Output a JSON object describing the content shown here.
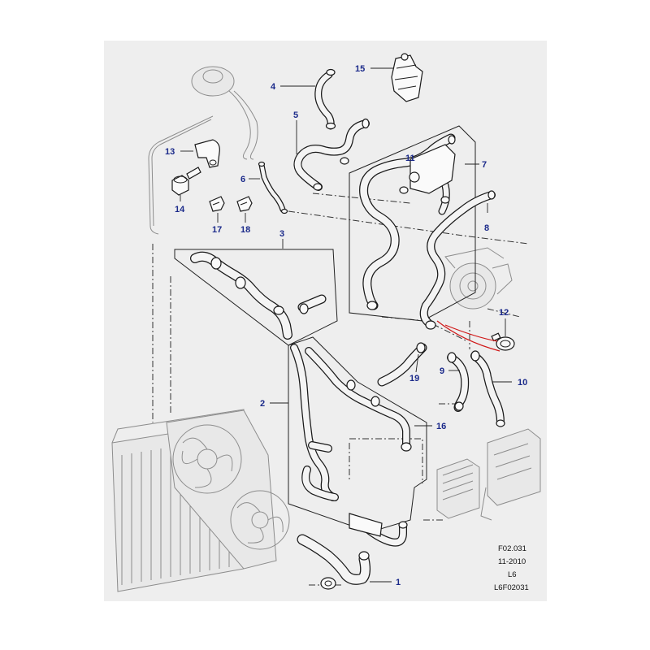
{
  "callouts": {
    "c1": "1",
    "c2": "2",
    "c3": "3",
    "c4": "4",
    "c5": "5",
    "c6": "6",
    "c7": "7",
    "c8": "8",
    "c9": "9",
    "c10": "10",
    "c11": "11",
    "c12": "12",
    "c13": "13",
    "c14": "14",
    "c15": "15",
    "c16": "16",
    "c17": "17",
    "c18": "18",
    "c19": "19"
  },
  "reference": {
    "figure": "F02.031",
    "date": "11-2010",
    "model": "L6",
    "code": "L6F02031"
  },
  "colors": {
    "callout_text": "#1b2a8a",
    "panel_background": "#eeeeee",
    "highlight_line": "#d01818"
  }
}
